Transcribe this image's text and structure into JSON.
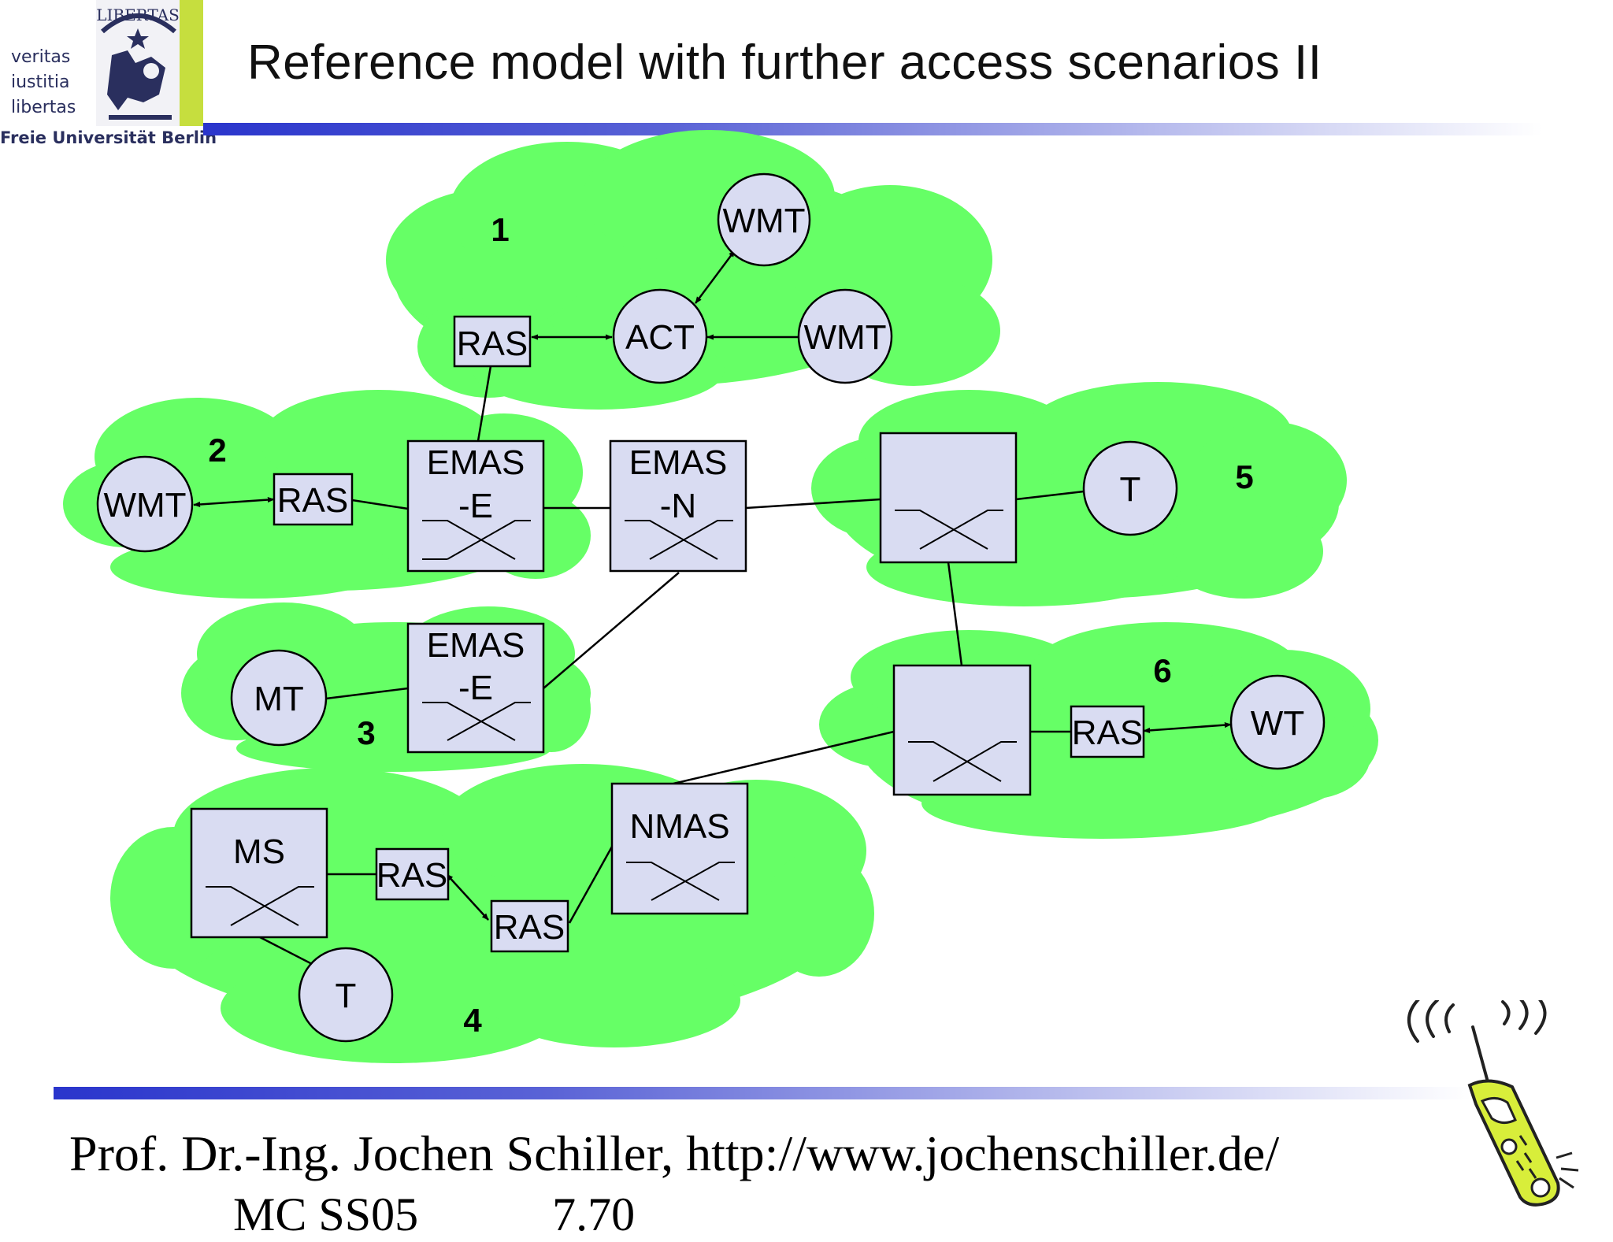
{
  "logo": {
    "words": [
      "veritas",
      "iustitia",
      "libertas"
    ],
    "university": "Freie Universität Berlin",
    "seal_text": "LIBERTAS"
  },
  "title": "Reference model with further access scenarios II",
  "footer": {
    "author_line": "Prof. Dr.-Ing. Jochen Schiller, http://www.jochenschiller.de/",
    "course": "MC SS05",
    "page": "7.70"
  },
  "colors": {
    "cloud": "#66ff66",
    "node_fill": "#d9dcf2",
    "accent_blue": "#2a35cc",
    "seal_green": "#c6de3e"
  },
  "diagram": {
    "scenario_numbers": [
      "1",
      "2",
      "3",
      "4",
      "5",
      "6"
    ],
    "circles": {
      "c1_wmt_top": "WMT",
      "c1_act": "ACT",
      "c1_wmt_right": "WMT",
      "c2_wmt": "WMT",
      "c3_mt": "MT",
      "c4_t": "T",
      "c5_t": "T",
      "c6_wt": "WT"
    },
    "ras_boxes": {
      "ras1": "RAS",
      "ras2": "RAS",
      "ras4a": "RAS",
      "ras4b": "RAS",
      "ras6": "RAS"
    },
    "switches": {
      "emas_e_2": [
        "EMAS",
        "-E"
      ],
      "emas_n": [
        "EMAS",
        "-N"
      ],
      "emas_e_3": [
        "EMAS",
        "-E"
      ],
      "ms": [
        "MS",
        ""
      ],
      "nmas": [
        "NMAS",
        ""
      ],
      "sw5": [
        "",
        ""
      ],
      "sw6": [
        "",
        ""
      ]
    }
  }
}
